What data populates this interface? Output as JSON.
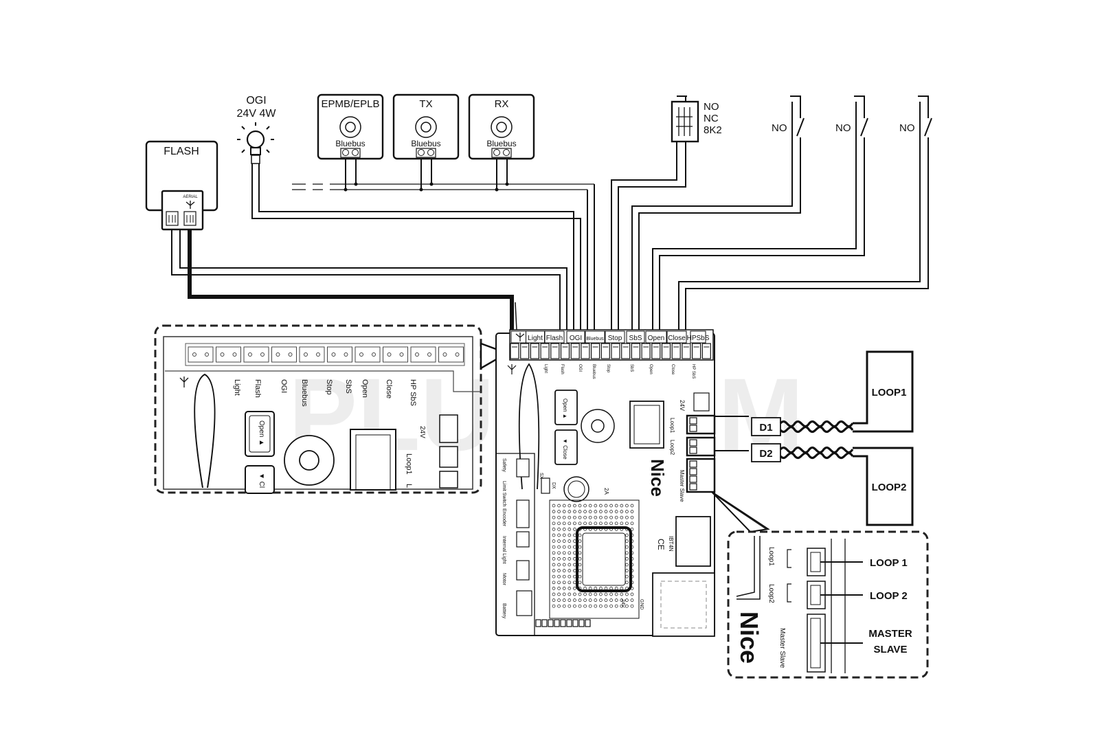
{
  "devices": {
    "flash": {
      "label": "FLASH",
      "aerial": "AERIAL"
    },
    "ogi": {
      "label": "OGI",
      "spec": "24V 4W"
    },
    "epmb": {
      "label": "EPMB/EPLB",
      "bus": "Bluebus"
    },
    "tx": {
      "label": "TX",
      "bus": "Bluebus"
    },
    "rx": {
      "label": "RX",
      "bus": "Bluebus"
    },
    "stop_contact": {
      "line1": "NO",
      "line2": "NC",
      "line3": "8K2"
    },
    "switches": [
      "NO",
      "NO",
      "NO"
    ]
  },
  "terminal_strip": [
    "Light",
    "Flash",
    "OGI",
    "Bluebus",
    "Stop",
    "SbS",
    "Open",
    "Close",
    "HPSbS"
  ],
  "board": {
    "brand": "Nice",
    "top_labels": [
      "Light",
      "Flash",
      "OGI",
      "Bluebus",
      "Stop",
      "SbS",
      "Open",
      "Close",
      "HP SbS"
    ],
    "open_button": "Open ▲",
    "close_button": "▼ Close",
    "voltage": "24V",
    "loop1": "Loop1",
    "loop2": "Loop2",
    "master_slave": "Master Slave",
    "left_labels": [
      "Safety",
      "Limit Switch",
      "Encoder",
      "Internal Light",
      "Motor",
      "Battery"
    ],
    "fuse": "2A",
    "module": "IBT4N",
    "gnd": "GND",
    "v24": "24V",
    "ce": "CE",
    "sx": "SX",
    "dx": "DX"
  },
  "zoom_left": {
    "labels": [
      "Light",
      "Flash",
      "OGI",
      "Bluebus",
      "Stop",
      "SbS",
      "Open",
      "Close",
      "HP SbS"
    ],
    "open_button": "Open ▲",
    "close_button": "▼ Cl",
    "voltage": "24V",
    "loop1": "Loop1",
    "l": "L"
  },
  "loops": {
    "loop1": "LOOP1",
    "loop2": "LOOP2",
    "d1": "D1",
    "d2": "D2"
  },
  "zoom_right": {
    "brand": "Nice",
    "loop1": "Loop1",
    "loop2": "Loop2",
    "master_slave": "Master Slave",
    "label_loop1": "LOOP 1",
    "label_loop2": "LOOP 2",
    "label_master": "MASTER",
    "label_slave": "SLAVE"
  },
  "watermark": "PLUSCOM"
}
